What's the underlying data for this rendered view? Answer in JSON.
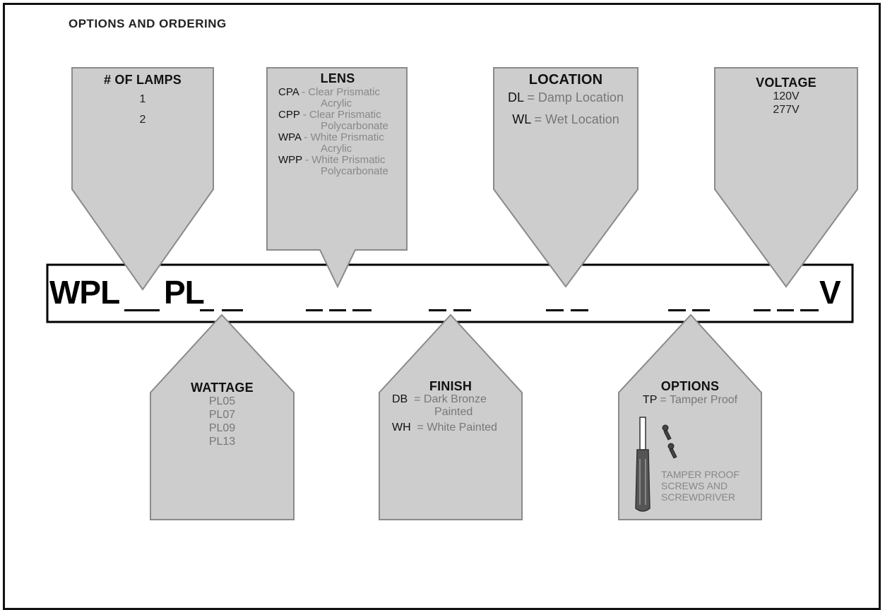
{
  "title": "OPTIONS AND ORDERING",
  "code": {
    "prefix": "WPL",
    "mid": "PL",
    "suffix": "V"
  },
  "lamps": {
    "title": "# OF LAMPS",
    "options": [
      "1",
      "2"
    ]
  },
  "lens": {
    "title": "LENS",
    "options": [
      {
        "code": "CPA",
        "sep": " - ",
        "desc1": "Clear Prismatic",
        "desc2": "Acrylic"
      },
      {
        "code": "CPP",
        "sep": " - ",
        "desc1": "Clear Prismatic",
        "desc2": "Polycarbonate"
      },
      {
        "code": "WPA",
        "sep": " - ",
        "desc1": "White Prismatic",
        "desc2": "Acrylic"
      },
      {
        "code": "WPP",
        "sep": " - ",
        "desc1": "White Prismatic",
        "desc2": "Polycarbonate"
      }
    ]
  },
  "location": {
    "title": "LOCATION",
    "options": [
      {
        "code": "DL",
        "desc": " = Damp Location"
      },
      {
        "code": "WL",
        "desc": " = Wet Location"
      }
    ]
  },
  "voltage": {
    "title": "VOLTAGE",
    "options": [
      "120V",
      "277V"
    ]
  },
  "wattage": {
    "title": "WATTAGE",
    "options": [
      "PL05",
      "PL07",
      "PL09",
      "PL13"
    ]
  },
  "finish": {
    "title": "FINISH",
    "options": [
      {
        "code": "DB",
        "desc1": "  = Dark Bronze",
        "desc2": "Painted"
      },
      {
        "code": "WH",
        "desc1": "  = White Painted",
        "desc2": ""
      }
    ]
  },
  "options": {
    "title": "OPTIONS",
    "item": {
      "code": "TP",
      "desc": " = Tamper Proof"
    },
    "caption": [
      "TAMPER PROOF",
      "SCREWS AND",
      "SCREWDRIVER"
    ]
  },
  "colors": {
    "box_fill": "#cdcdcd",
    "box_stroke": "#8a8a8a",
    "line": "#000000"
  }
}
